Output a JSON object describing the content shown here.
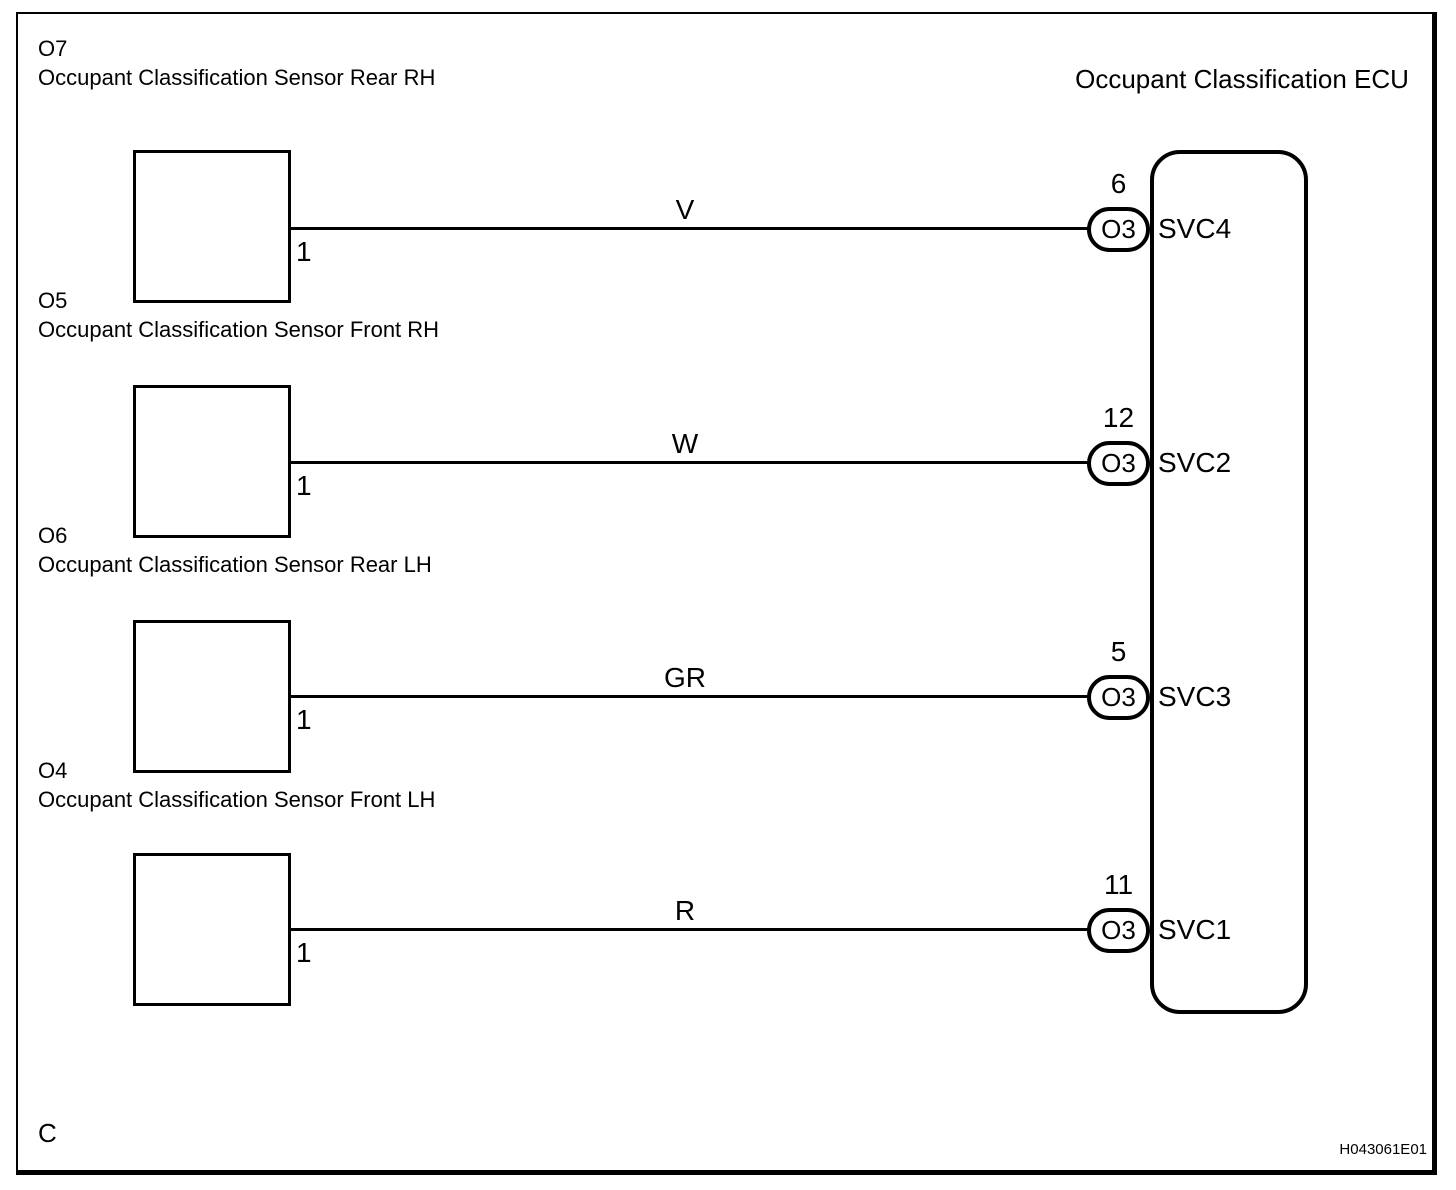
{
  "diagram": {
    "ecu_title": "Occupant Classification ECU",
    "footer_letter": "C",
    "diagram_id": "H043061E01"
  },
  "colors": {
    "line": "#000000",
    "background": "#ffffff"
  },
  "sensors": [
    {
      "id": "O7",
      "name": "Occupant Classification Sensor Rear RH",
      "sensor_pin": "1",
      "wire_label": "V",
      "ecu_pin": "6",
      "connector": "O3",
      "signal": "SVC4"
    },
    {
      "id": "O5",
      "name": "Occupant Classification Sensor Front RH",
      "sensor_pin": "1",
      "wire_label": "W",
      "ecu_pin": "12",
      "connector": "O3",
      "signal": "SVC2"
    },
    {
      "id": "O6",
      "name": "Occupant Classification Sensor Rear LH",
      "sensor_pin": "1",
      "wire_label": "GR",
      "ecu_pin": "5",
      "connector": "O3",
      "signal": "SVC3"
    },
    {
      "id": "O4",
      "name": "Occupant Classification Sensor Front LH",
      "sensor_pin": "1",
      "wire_label": "R",
      "ecu_pin": "11",
      "connector": "O3",
      "signal": "SVC1"
    }
  ]
}
